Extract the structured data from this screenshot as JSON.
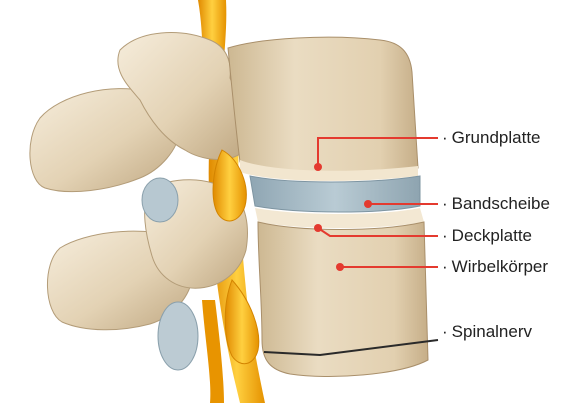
{
  "colors": {
    "bone": "#e6d7bd",
    "bone_shadow": "#b9a27f",
    "bone_light": "#f4ead8",
    "disc": "#a9bcc6",
    "nerve": "#f3a70f",
    "nerve_light": "#ffd24a",
    "leader_line": "#e43a2f",
    "nerve_line": "#2a2a2a"
  },
  "labels": [
    {
      "id": "grundplatte",
      "text": "Grundplatte"
    },
    {
      "id": "bandscheibe",
      "text": "Bandscheibe"
    },
    {
      "id": "deckplatte",
      "text": "Deckplatte"
    },
    {
      "id": "wirbelkoerper",
      "text": "Wirbelkörper"
    },
    {
      "id": "spinalnerv",
      "text": "Spinalnerv"
    }
  ],
  "bullet": "·"
}
